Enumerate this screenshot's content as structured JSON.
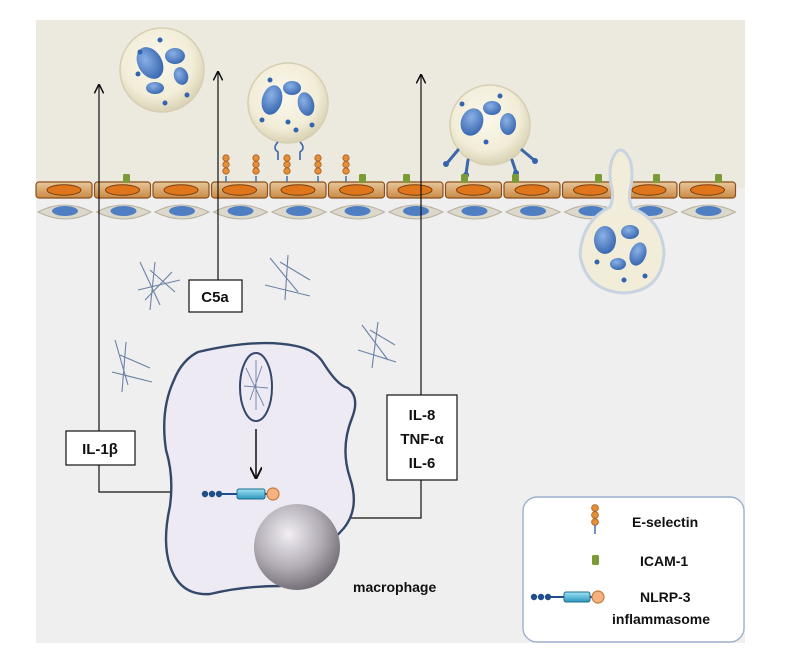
{
  "mediators": {
    "il1b": "IL-1β",
    "c5a": "C5a",
    "il8": "IL-8",
    "tnfa": "TNF-α",
    "il6": "IL-6"
  },
  "cells": {
    "macrophage": "macrophage"
  },
  "legend": {
    "eselectin": "E-selectin",
    "icam": "ICAM-1",
    "nlrp3_line1": "NLRP-3",
    "nlrp3_line2": "inflammasome"
  },
  "colors": {
    "lumen": "#ECE9DF",
    "tissue": "#EFEFEF",
    "endothelium": "#C8762E",
    "nucleus_orange": "#E0761B",
    "neutrophil_nucleus": "#4F7EC3",
    "macrophage_fill": "#EEEAF4",
    "icam": "#7C9A36",
    "inflammasome": "#46B5D7"
  }
}
